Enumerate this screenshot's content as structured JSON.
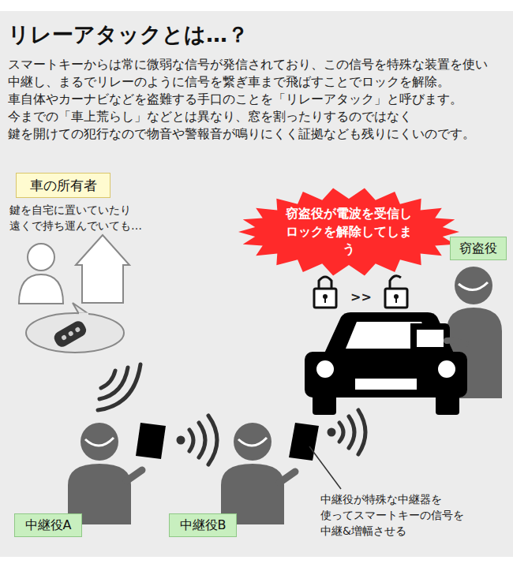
{
  "diagram": {
    "title": "リレーアタックとは…？",
    "nodes": [
      {
        "text": [
          "車の所有者"
        ]
      },
      {
        "text": [
          "窃盗役が電波を受信し ロックを解除してしまう"
        ]
      },
      {
        "text": [
          "窃盗役"
        ]
      },
      {
        "text": [
          "中継役A"
        ]
      },
      {
        "text": [
          "中継役B"
        ]
      }
    ],
    "edges": [],
    "labels": [
      "スマートキーからは常に微弱な信号が発信されており、この信号を特殊な装置を使い",
      "中継し、まるでリレーのように信号を繋ぎ車まで飛ばすことでロックを解除。",
      "車自体やカーナビなどを盗難する手口のことを「リレーアタック」と呼びます。",
      "今までの「車上荒らし」などとは異なり、窓を割ったりするのではなく",
      "鍵を開けての犯行なので物音や警報音が鳴りにくく証拠なども残りにくいのです。",
      "鍵を自宅に置いていたり",
      "遠くで持ち運んでいても…",
      ">>",
      "中継役が特殊な中継器を",
      "使ってスマートキーの信号を",
      "中継&増幅させる"
    ]
  }
}
